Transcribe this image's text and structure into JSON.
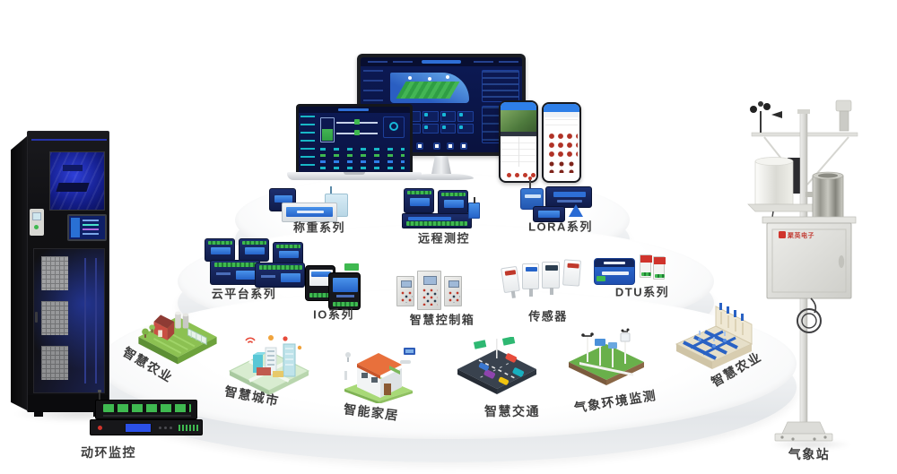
{
  "page": {
    "background": "#ffffff"
  },
  "brand": {
    "cabinet_logo": "聚英电子"
  },
  "colors": {
    "device_blue": "#2563c9",
    "device_navy": "#101c4a",
    "screen_navy": "#0b1850",
    "terminal_green": "#3fb950",
    "platform_white": "#ffffff",
    "label_text": "#3d3d3d",
    "brand_red": "#d0342c",
    "accent_cyan": "#17b8d8"
  },
  "platform": {
    "top_tier": {
      "products": [
        {
          "label": "称重系列",
          "icon": "weighing-modules-icon"
        },
        {
          "label": "远程测控",
          "icon": "remote-telemetry-modules-icon"
        },
        {
          "label": "LORA系列",
          "icon": "lora-modules-icon"
        }
      ]
    },
    "middle_tier": {
      "products": [
        {
          "label": "云平台系列",
          "icon": "cloud-platform-modules-icon"
        },
        {
          "label": "IO系列",
          "icon": "io-modules-icon"
        },
        {
          "label": "智慧控制箱",
          "icon": "smart-control-cabinets-icon"
        },
        {
          "label": "传感器",
          "icon": "sensors-icon"
        },
        {
          "label": "DTU系列",
          "icon": "dtu-modules-icon"
        }
      ]
    },
    "bottom_tier": {
      "scenes": [
        {
          "label": "智慧农业",
          "icon": "smart-farm-icon"
        },
        {
          "label": "智慧城市",
          "icon": "smart-city-icon"
        },
        {
          "label": "智能家居",
          "icon": "smart-home-icon"
        },
        {
          "label": "智慧交通",
          "icon": "smart-traffic-icon"
        },
        {
          "label": "气象环境监测",
          "icon": "weather-monitoring-field-icon"
        },
        {
          "label": "智慧农业",
          "icon": "smart-irrigation-icon"
        }
      ]
    }
  },
  "standalone_left": {
    "label": "动环监控",
    "icon": "server-rack-and-monitoring-host-icon"
  },
  "standalone_right": {
    "label": "气象站",
    "icon": "weather-station-icon"
  }
}
